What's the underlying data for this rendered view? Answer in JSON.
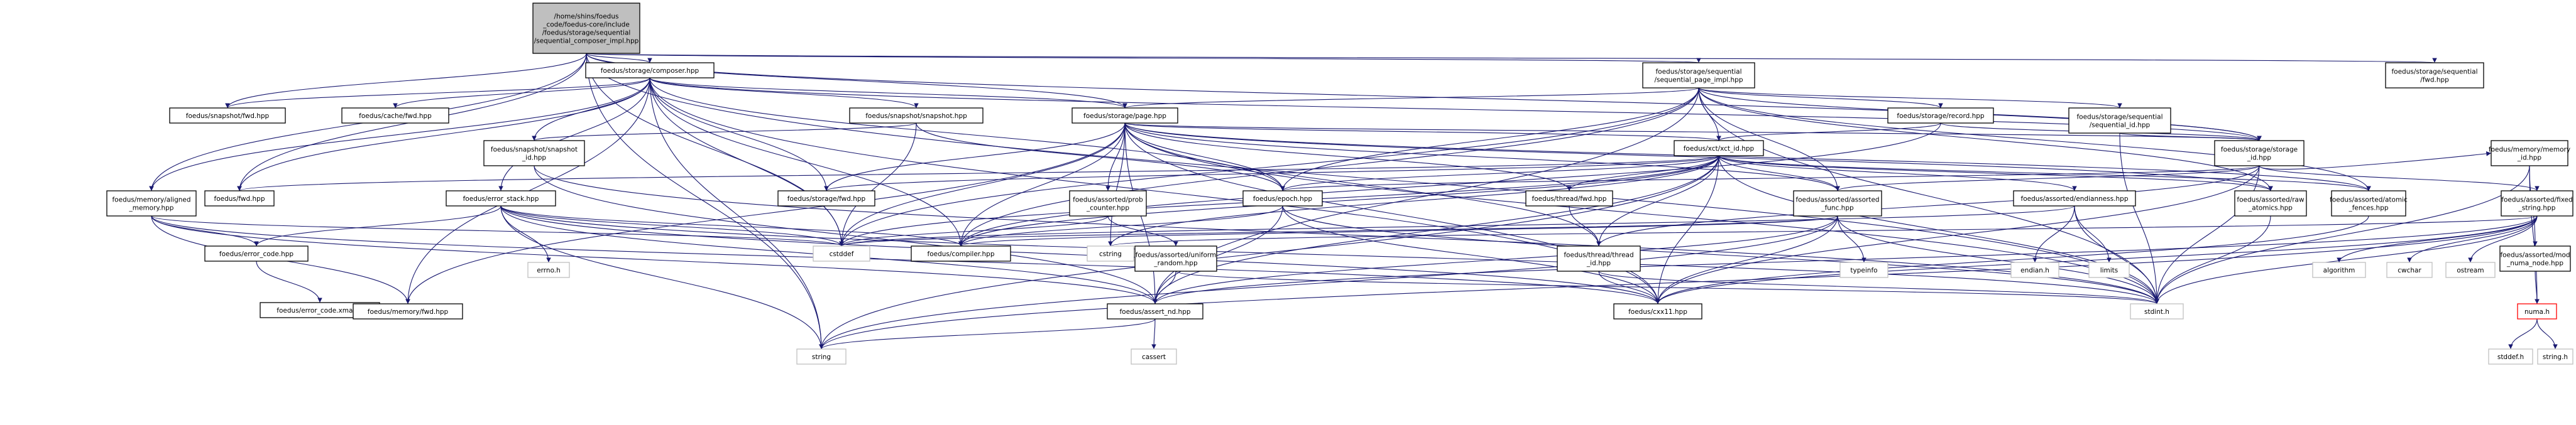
{
  "title": "/home/shins/foedus_code/foedus-core/include/foedus/storage/sequential/sequential_composer_impl.hpp",
  "colors": {
    "edge": "#191970",
    "root_fill": "#bfbfbf",
    "system_border": "#bfbfbf",
    "missing_border": "#ff0000"
  },
  "nodes": {
    "root": [
      "/home/shins/foedus",
      "_code/foedus-core/include",
      "/foedus/storage/sequential",
      "/sequential_composer_impl.hpp"
    ],
    "composer": [
      "foedus/storage/composer.hpp"
    ],
    "seq_page_impl": [
      "foedus/storage/sequential",
      "/sequential_page_impl.hpp"
    ],
    "seq_fwd": [
      "foedus/storage/sequential",
      "/fwd.hpp"
    ],
    "snapshot_fwd": [
      "foedus/snapshot/fwd.hpp"
    ],
    "cache_fwd": [
      "foedus/cache/fwd.hpp"
    ],
    "snapshot_snapshot": [
      "foedus/snapshot/snapshot.hpp"
    ],
    "page": [
      "foedus/storage/page.hpp"
    ],
    "record": [
      "foedus/storage/record.hpp"
    ],
    "seq_id": [
      "foedus/storage/sequential",
      "/sequential_id.hpp"
    ],
    "snapshot_id": [
      "foedus/snapshot/snapshot",
      "_id.hpp"
    ],
    "xct_id": [
      "foedus/xct/xct_id.hpp"
    ],
    "storage_id": [
      "foedus/storage/storage",
      "_id.hpp"
    ],
    "mem_aligned": [
      "foedus/memory/aligned",
      "_memory.hpp"
    ],
    "foedus_fwd": [
      "foedus/fwd.hpp"
    ],
    "error_stack": [
      "foedus/error_stack.hpp"
    ],
    "storage_fwd": [
      "foedus/storage/fwd.hpp"
    ],
    "prob_counter": [
      "foedus/assorted/prob",
      "_counter.hpp"
    ],
    "epoch": [
      "foedus/epoch.hpp"
    ],
    "thread_fwd": [
      "foedus/thread/fwd.hpp"
    ],
    "assorted_func": [
      "foedus/assorted/assorted",
      "_func.hpp"
    ],
    "endianness": [
      "foedus/assorted/endianness.hpp"
    ],
    "raw_atomics": [
      "foedus/assorted/raw",
      "_atomics.hpp"
    ],
    "atomic_fences": [
      "foedus/assorted/atomic",
      "_fences.hpp"
    ],
    "fixed_string": [
      "foedus/assorted/fixed",
      "_string.hpp"
    ],
    "mem_id": [
      "foedus/memory/memory",
      "_id.hpp"
    ],
    "error_code": [
      "foedus/error_code.hpp"
    ],
    "errno_h": [
      "errno.h"
    ],
    "cstddef": [
      "cstddef"
    ],
    "compiler": [
      "foedus/compiler.hpp"
    ],
    "cstring": [
      "cstring"
    ],
    "uniform_random": [
      "foedus/assorted/uniform",
      "_random.hpp"
    ],
    "thread_id": [
      "foedus/thread/thread",
      "_id.hpp"
    ],
    "typeinfo": [
      "typeinfo"
    ],
    "endian_h": [
      "endian.h"
    ],
    "limits": [
      "limits"
    ],
    "algorithm": [
      "algorithm"
    ],
    "cwchar": [
      "cwchar"
    ],
    "ostream": [
      "ostream"
    ],
    "mod_numa": [
      "foedus/assorted/mod",
      "_numa_node.hpp"
    ],
    "error_code_xmacro": [
      "foedus/error_code.xmacro"
    ],
    "mem_fwd": [
      "foedus/memory/fwd.hpp"
    ],
    "assert_nd": [
      "foedus/assert_nd.hpp"
    ],
    "cxx11": [
      "foedus/cxx11.hpp"
    ],
    "stdint": [
      "stdint.h"
    ],
    "numa_h": [
      "numa.h"
    ],
    "string": [
      "string"
    ],
    "cassert": [
      "cassert"
    ],
    "stddef_h": [
      "stddef.h"
    ],
    "string_h": [
      "string.h"
    ]
  }
}
